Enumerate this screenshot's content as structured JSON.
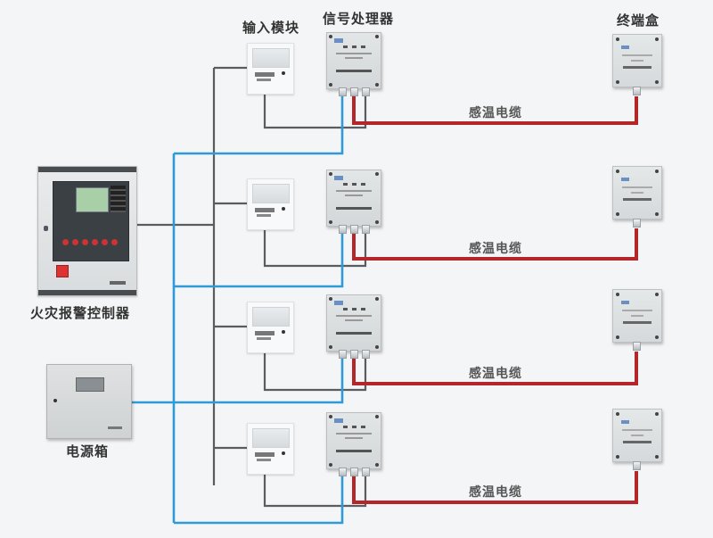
{
  "labels": {
    "input_module": "输入模块",
    "signal_processor": "信号处理器",
    "terminal_box": "终端盒",
    "controller": "火灾报警控制器",
    "power_box": "电源箱",
    "cable": "感温电缆"
  },
  "rows": [
    {
      "cable_label": "感温电缆"
    },
    {
      "cable_label": "感温电缆"
    },
    {
      "cable_label": "感温电缆"
    },
    {
      "cable_label": "感温电缆"
    }
  ],
  "colors": {
    "signal_bus": "#5a5d60",
    "power_bus": "#2e9bd6",
    "sensing_cable": "#b5262a",
    "background": "#f4f5f6"
  }
}
